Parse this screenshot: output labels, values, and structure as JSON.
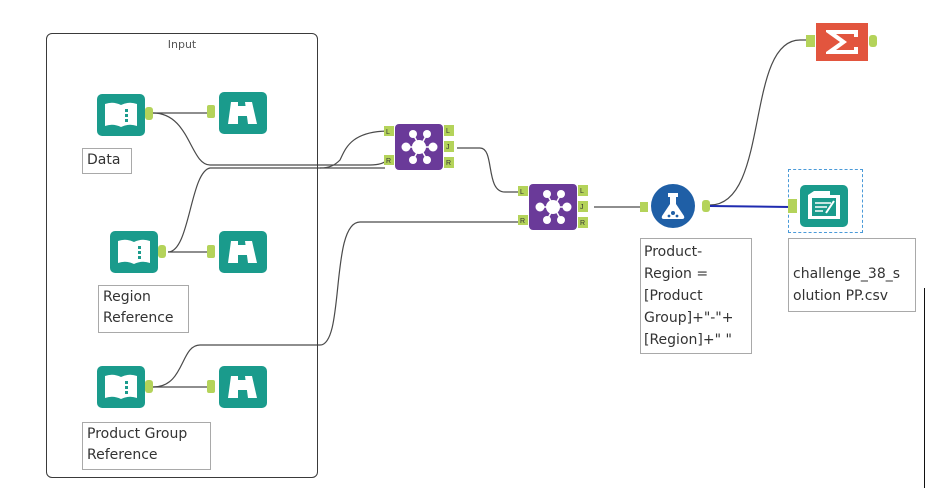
{
  "canvas": {
    "container": {
      "title": "Input"
    },
    "tools": {
      "input_data": {
        "label": "Data"
      },
      "input_region": {
        "label_line1": "Region",
        "label_line2": "Reference"
      },
      "input_product": {
        "label_line1": "Product Group",
        "label_line2": "Reference"
      },
      "formula": {
        "label_lines": [
          "Product-",
          "Region =",
          "[Product",
          "Group]+\"-\"+",
          "[Region]+\" \""
        ]
      },
      "output": {
        "label_line1": "challenge_38_s",
        "label_line2": "olution PP.csv"
      },
      "join_anchors": [
        "L",
        "J",
        "R"
      ],
      "join_inputs": [
        "L",
        "R"
      ]
    }
  },
  "colors": {
    "input_teal": "#1a9b8c",
    "browse_teal": "#1a9b8c",
    "join_purple": "#6a3a99",
    "formula_blue": "#1f5fa6",
    "summarize_red": "#e2553e",
    "anchor_green": "#b4d35a",
    "wire": "#4a4a4a",
    "wire_selected": "#1f2bb0"
  },
  "icons": [
    "book-input-icon",
    "binoculars-browse-icon",
    "join-icon",
    "formula-flask-icon",
    "summarize-sigma-icon",
    "output-file-icon"
  ]
}
